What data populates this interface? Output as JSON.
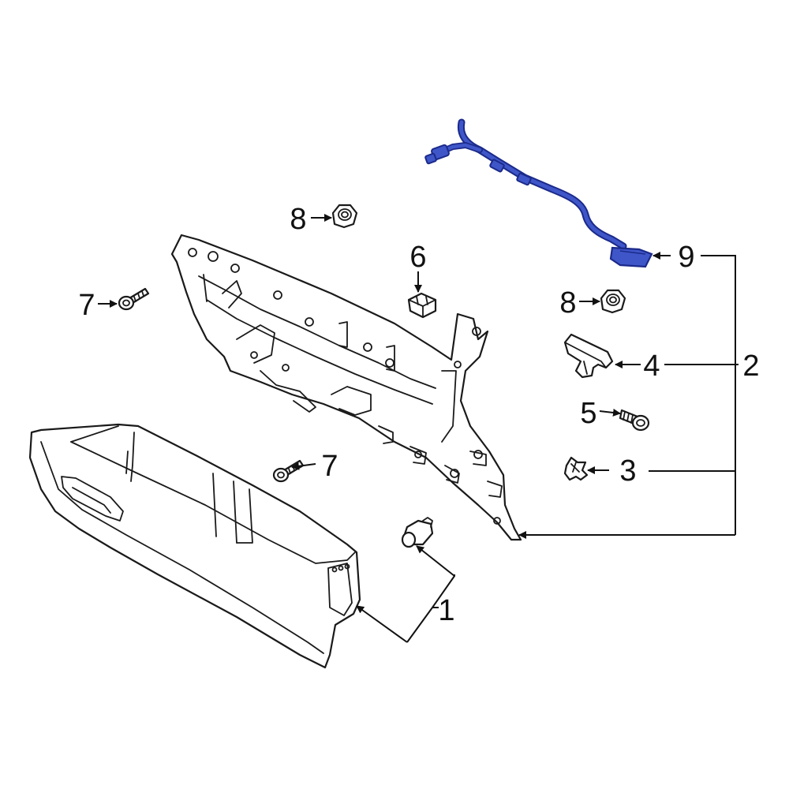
{
  "colors": {
    "highlight_part": "#3f56c9",
    "highlight_outline": "#1b2a8a",
    "line": "#1a1a1a",
    "background": "#ffffff"
  },
  "callouts": {
    "c1": "1",
    "c2": "2",
    "c3": "3",
    "c4": "4",
    "c5": "5",
    "c6": "6",
    "c7a": "7",
    "c7b": "7",
    "c8a": "8",
    "c8b": "8",
    "c9": "9"
  }
}
